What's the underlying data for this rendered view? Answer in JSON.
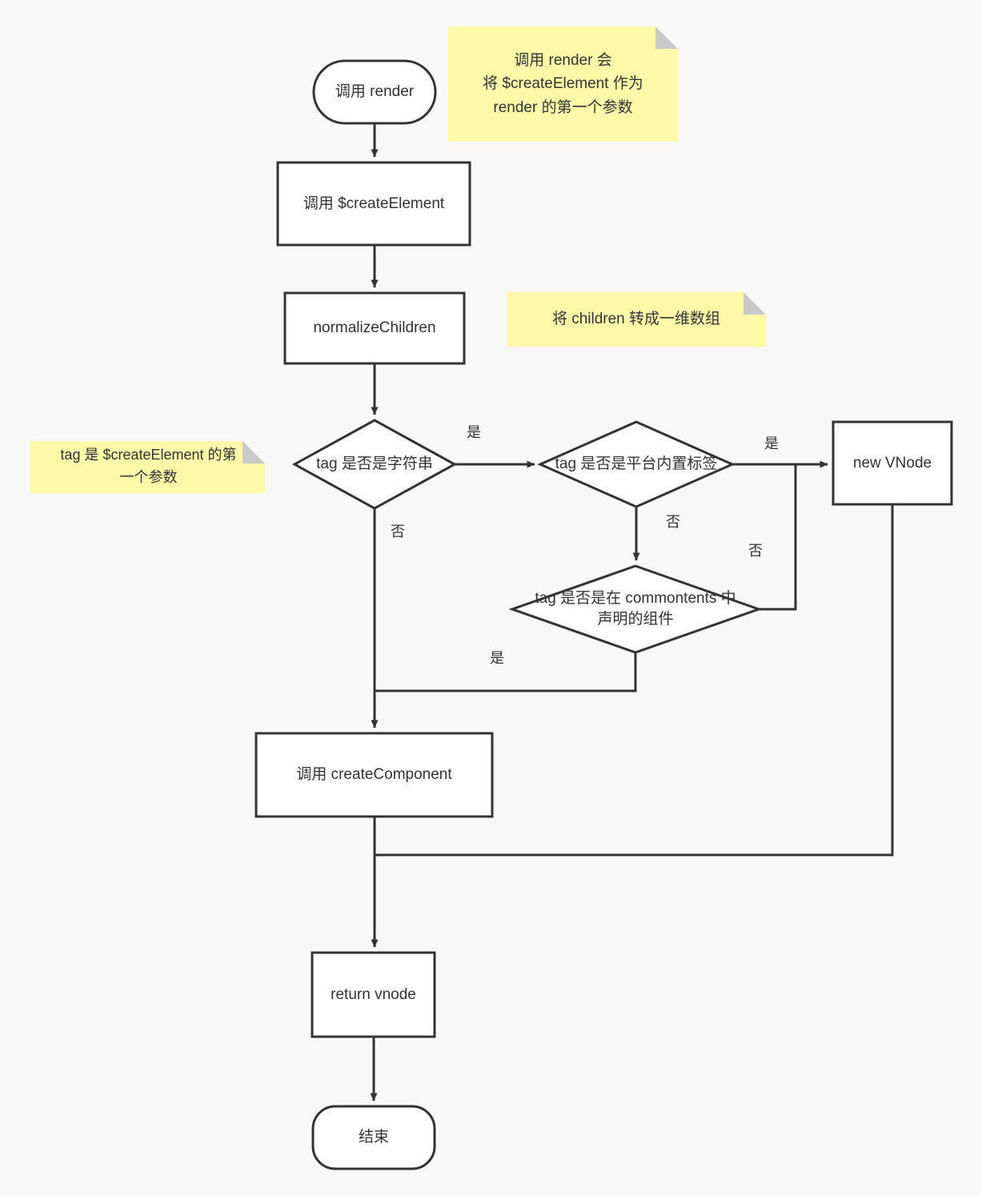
{
  "diagram": {
    "title": "Vue render / $createElement 流程图",
    "background_color": "#f8f8f8",
    "stroke_color": "#333333",
    "node_fill": "#ffffff",
    "note_fill": "#fdf9a8",
    "note_fold_color": "#c9c9c9",
    "text_color": "#333333"
  },
  "nodes": {
    "start": {
      "label": "调用 render",
      "shape": "stadium"
    },
    "create_element": {
      "label": "调用 $createElement",
      "shape": "rect"
    },
    "normalize_children": {
      "label": "normalizeChildren",
      "shape": "rect"
    },
    "is_string": {
      "label": "tag 是否是字符串",
      "shape": "diamond"
    },
    "is_builtin_tag": {
      "label": "tag 是否是平台内置标签",
      "shape": "diamond"
    },
    "is_declared_component": {
      "label": "tag 是否是在 commontents 中\n声明的组件",
      "shape": "diamond"
    },
    "new_vnode": {
      "label": "new VNode",
      "shape": "rect"
    },
    "create_component": {
      "label": "调用 createComponent",
      "shape": "rect"
    },
    "return_vnode": {
      "label": "return vnode",
      "shape": "rect"
    },
    "end": {
      "label": "结束",
      "shape": "stadium"
    }
  },
  "notes": [
    {
      "id": "note-render",
      "text": "调用 render 会\n将 $createElement 作为\nrender 的第一个参数"
    },
    {
      "id": "note-normalize",
      "text": "将 children 转成一维数组"
    },
    {
      "id": "note-tag",
      "text": "tag 是 $createElement 的第\n一个参数"
    }
  ],
  "edge_labels": {
    "string_yes": "是",
    "string_no": "否",
    "builtin_yes": "是",
    "builtin_no": "否",
    "declared_no": "否",
    "declared_yes": "是"
  }
}
